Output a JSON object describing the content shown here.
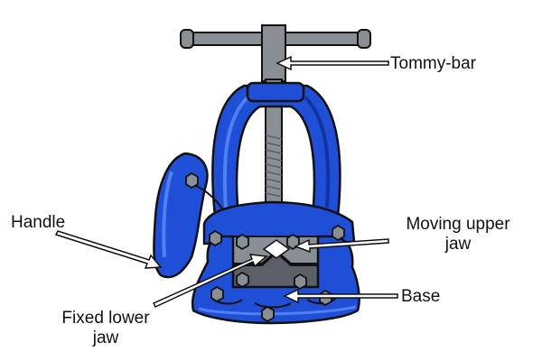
{
  "labels": {
    "tommy_bar": "Tommy-bar",
    "handle": "Handle",
    "moving_upper_jaw_line1": "Moving upper",
    "moving_upper_jaw_line2": "jaw",
    "base": "Base",
    "fixed_lower_jaw_line1": "Fixed lower",
    "fixed_lower_jaw_line2": "jaw"
  },
  "colors": {
    "body_blue": "#1f4fd6",
    "body_highlight": "#4f7ff0",
    "body_shadow": "#1234a0",
    "steel": "#8a8f96",
    "steel_dark": "#5b6068",
    "outline": "#111111",
    "arrow_fill": "#ffffff"
  }
}
